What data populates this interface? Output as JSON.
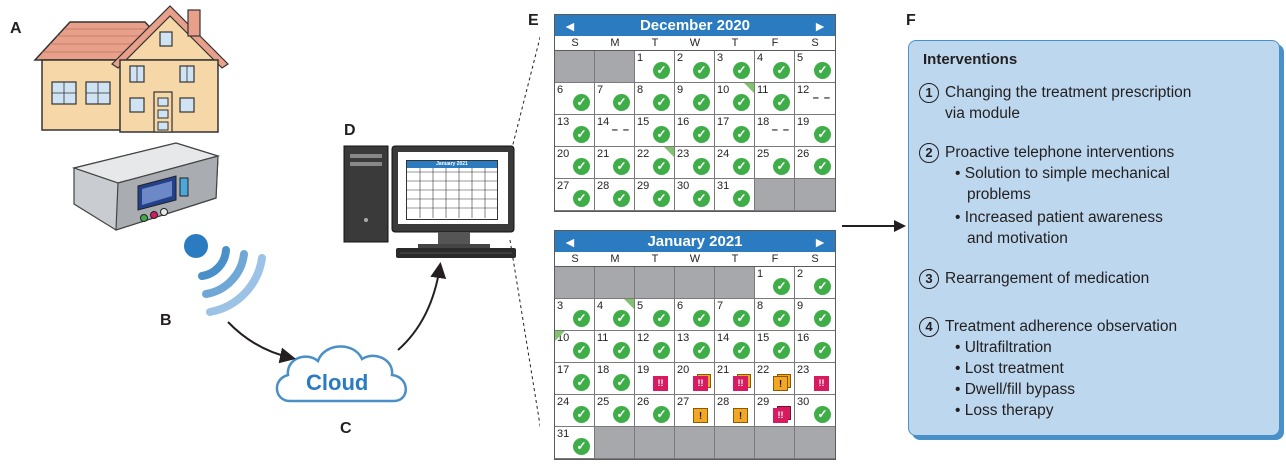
{
  "panels": {
    "a": "A",
    "b": "B",
    "c": "C",
    "d": "D",
    "e": "E",
    "f": "F"
  },
  "cloud_label": "Cloud",
  "monitor_calendar_title": "January 2021",
  "colors": {
    "accent": "#2b7bc0",
    "check": "#3fae49",
    "empty": "#a6a8ab",
    "warn_red": "#d81b60",
    "warn_yellow": "#f3a724",
    "panel_bg": "#bcd7ee"
  },
  "weekdays": [
    "S",
    "M",
    "T",
    "W",
    "T",
    "F",
    "S"
  ],
  "calendars": [
    {
      "title": "December 2020",
      "prev_icon": "◄",
      "next_icon": "►",
      "cells": [
        {
          "type": "empty"
        },
        {
          "type": "empty"
        },
        {
          "day": "1",
          "status": "check"
        },
        {
          "day": "2",
          "status": "check"
        },
        {
          "day": "3",
          "status": "check"
        },
        {
          "day": "4",
          "status": "check"
        },
        {
          "day": "5",
          "status": "check"
        },
        {
          "day": "6",
          "status": "check"
        },
        {
          "day": "7",
          "status": "check"
        },
        {
          "day": "8",
          "status": "check"
        },
        {
          "day": "9",
          "status": "check"
        },
        {
          "day": "10",
          "status": "check",
          "flag": "corner"
        },
        {
          "day": "11",
          "status": "check"
        },
        {
          "day": "12",
          "status": "dash"
        },
        {
          "day": "13",
          "status": "check"
        },
        {
          "day": "14",
          "status": "dash"
        },
        {
          "day": "15",
          "status": "check"
        },
        {
          "day": "16",
          "status": "check"
        },
        {
          "day": "17",
          "status": "check"
        },
        {
          "day": "18",
          "status": "dash"
        },
        {
          "day": "19",
          "status": "check"
        },
        {
          "day": "20",
          "status": "check"
        },
        {
          "day": "21",
          "status": "check"
        },
        {
          "day": "22",
          "status": "check",
          "flag": "corner"
        },
        {
          "day": "23",
          "status": "check"
        },
        {
          "day": "24",
          "status": "check"
        },
        {
          "day": "25",
          "status": "check"
        },
        {
          "day": "26",
          "status": "check"
        },
        {
          "day": "27",
          "status": "check"
        },
        {
          "day": "28",
          "status": "check"
        },
        {
          "day": "29",
          "status": "check"
        },
        {
          "day": "30",
          "status": "check"
        },
        {
          "day": "31",
          "status": "check"
        },
        {
          "type": "empty"
        },
        {
          "type": "empty"
        }
      ]
    },
    {
      "title": "January 2021",
      "prev_icon": "◄",
      "next_icon": "►",
      "cells": [
        {
          "type": "empty"
        },
        {
          "type": "empty"
        },
        {
          "type": "empty"
        },
        {
          "type": "empty"
        },
        {
          "type": "empty"
        },
        {
          "day": "1",
          "status": "check"
        },
        {
          "day": "2",
          "status": "check"
        },
        {
          "day": "3",
          "status": "check"
        },
        {
          "day": "4",
          "status": "check",
          "flag": "corner"
        },
        {
          "day": "5",
          "status": "check"
        },
        {
          "day": "6",
          "status": "check"
        },
        {
          "day": "7",
          "status": "check"
        },
        {
          "day": "8",
          "status": "check"
        },
        {
          "day": "9",
          "status": "check"
        },
        {
          "day": "10",
          "status": "check",
          "flag": "corner-left"
        },
        {
          "day": "11",
          "status": "check"
        },
        {
          "day": "12",
          "status": "check"
        },
        {
          "day": "13",
          "status": "check"
        },
        {
          "day": "14",
          "status": "check"
        },
        {
          "day": "15",
          "status": "check"
        },
        {
          "day": "16",
          "status": "check"
        },
        {
          "day": "17",
          "status": "check"
        },
        {
          "day": "18",
          "status": "check"
        },
        {
          "day": "19",
          "status": "red",
          "mark": "!!"
        },
        {
          "day": "20",
          "status": "red-stack",
          "mark": "!!"
        },
        {
          "day": "21",
          "status": "red-stack",
          "mark": "!!"
        },
        {
          "day": "22",
          "status": "yellow-stack",
          "mark": "!"
        },
        {
          "day": "23",
          "status": "red",
          "mark": "!!"
        },
        {
          "day": "24",
          "status": "check"
        },
        {
          "day": "25",
          "status": "check"
        },
        {
          "day": "26",
          "status": "check"
        },
        {
          "day": "27",
          "status": "yellow",
          "mark": "!"
        },
        {
          "day": "28",
          "status": "yellow",
          "mark": "!"
        },
        {
          "day": "29",
          "status": "red-stack2",
          "mark": "!!"
        },
        {
          "day": "30",
          "status": "check"
        },
        {
          "day": "31",
          "status": "check"
        },
        {
          "type": "empty"
        },
        {
          "type": "empty"
        },
        {
          "type": "empty"
        },
        {
          "type": "empty"
        },
        {
          "type": "empty"
        },
        {
          "type": "empty"
        }
      ]
    }
  ],
  "check_glyph": "✓",
  "dash_glyph": "– –",
  "interventions": {
    "title": "Interventions",
    "items": [
      {
        "num": "1",
        "lines": [
          "Changing the treatment prescription",
          "via module"
        ],
        "bullets": []
      },
      {
        "num": "2",
        "lines": [
          "Proactive telephone interventions"
        ],
        "bullets": [
          [
            "• Solution to simple mechanical",
            "problems"
          ],
          [
            "• Increased patient awareness",
            "and motivation"
          ]
        ]
      },
      {
        "num": "3",
        "lines": [
          "Rearrangement of medication"
        ],
        "bullets": []
      },
      {
        "num": "4",
        "lines": [
          "Treatment adherence observation"
        ],
        "bullets": [
          [
            "• Ultrafiltration"
          ],
          [
            "• Lost treatment"
          ],
          [
            "• Dwell/fill bypass"
          ],
          [
            "• Loss therapy"
          ]
        ]
      }
    ]
  }
}
